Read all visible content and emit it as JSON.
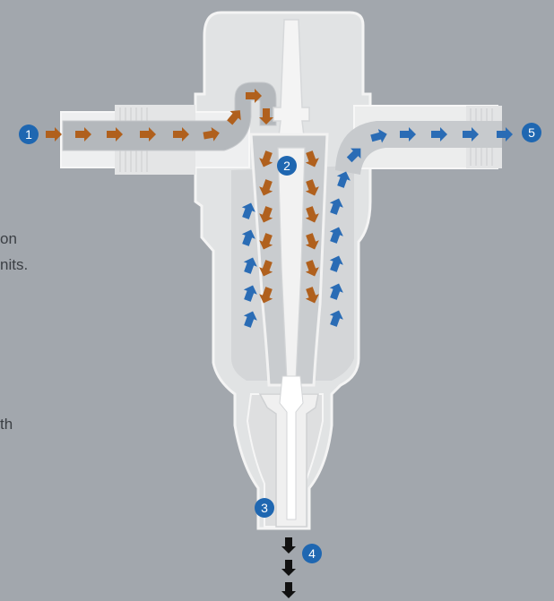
{
  "diagram": {
    "steps": [
      {
        "id": "1",
        "label": "1"
      },
      {
        "id": "2",
        "label": "2"
      },
      {
        "id": "3",
        "label": "3"
      },
      {
        "id": "4",
        "label": "4"
      },
      {
        "id": "5",
        "label": "5"
      }
    ],
    "flows": [
      {
        "name": "hot",
        "color": "#b0601d"
      },
      {
        "name": "cold",
        "color": "#2a6cb5"
      },
      {
        "name": "outlet",
        "color": "#111111"
      }
    ],
    "badge_color": "#1f67b1",
    "cut_off_text": [
      "on",
      "nits.",
      "th"
    ]
  }
}
